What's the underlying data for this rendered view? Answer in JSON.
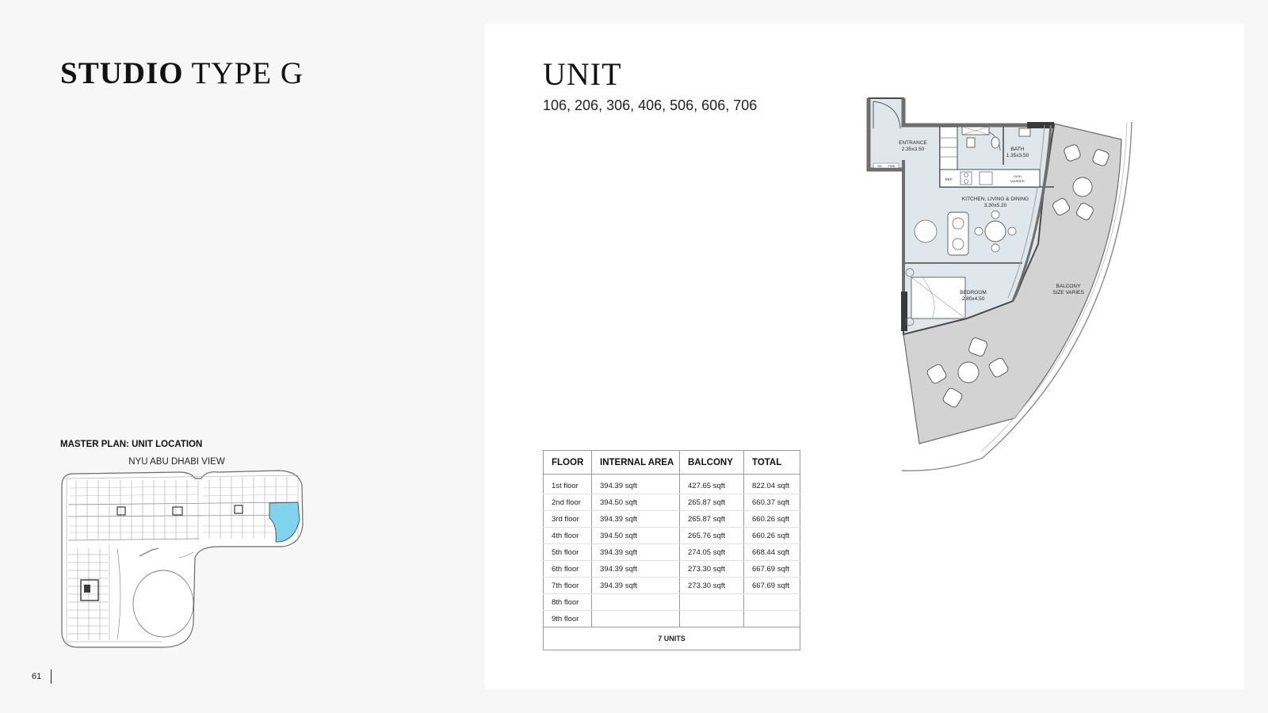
{
  "page": {
    "title_bold": "STUDIO",
    "title_rest": "TYPE G",
    "page_number": "61"
  },
  "unit": {
    "label": "UNIT",
    "numbers": "106, 206, 306, 406, 506, 606, 706"
  },
  "master_plan": {
    "heading": "MASTER PLAN: UNIT LOCATION",
    "view_label": "NYU ABU DHABI VIEW",
    "highlight_color": "#7fd3ee"
  },
  "floorplan": {
    "rooms": {
      "entrance": {
        "name": "ENTRANCE",
        "size": "2.35x3.50"
      },
      "bath": {
        "name": "BATH",
        "size": "1.35x3.50"
      },
      "kitchen": {
        "name": "KITCHEN, LIVING & DINING",
        "size": "3.30x5.20"
      },
      "bedroom": {
        "name": "BEDROOM",
        "size": "2.80x4.50"
      },
      "balcony": {
        "name": "BALCONY",
        "size": "SIZE VARIES"
      }
    },
    "fixtures": {
      "ref": "REF",
      "dish_washer_1": "DISH",
      "dish_washer_2": "WASHER",
      "sd": "SD",
      "fwd": "FWD"
    },
    "colors": {
      "interior": "#dfe6ec",
      "balcony": "#d3d3d3"
    }
  },
  "area_table": {
    "headers": {
      "floor": "FLOOR",
      "internal": "INTERNAL AREA",
      "balcony": "BALCONY",
      "total": "TOTAL"
    },
    "rows": [
      {
        "floor": "1st floor",
        "internal": "394.39 sqft",
        "balcony": "427.65 sqft",
        "total": "822.04 sqft"
      },
      {
        "floor": "2nd floor",
        "internal": "394.50 sqft",
        "balcony": "265.87 sqft",
        "total": "660.37 sqft"
      },
      {
        "floor": "3rd floor",
        "internal": "394.39 sqft",
        "balcony": "265.87 sqft",
        "total": "660.26 sqft"
      },
      {
        "floor": "4th floor",
        "internal": "394.50 sqft",
        "balcony": "265.76 sqft",
        "total": "660.26 sqft"
      },
      {
        "floor": "5th floor",
        "internal": "394.39 sqft",
        "balcony": "274.05 sqft",
        "total": "668.44 sqft"
      },
      {
        "floor": "6th floor",
        "internal": "394.39 sqft",
        "balcony": "273.30 sqft",
        "total": "667.69 sqft"
      },
      {
        "floor": "7th floor",
        "internal": "394.39 sqft",
        "balcony": "273.30 sqft",
        "total": "667.69 sqft"
      },
      {
        "floor": "8th floor",
        "internal": "",
        "balcony": "",
        "total": ""
      },
      {
        "floor": "9th floor",
        "internal": "",
        "balcony": "",
        "total": ""
      }
    ],
    "footer": "7 UNITS"
  }
}
